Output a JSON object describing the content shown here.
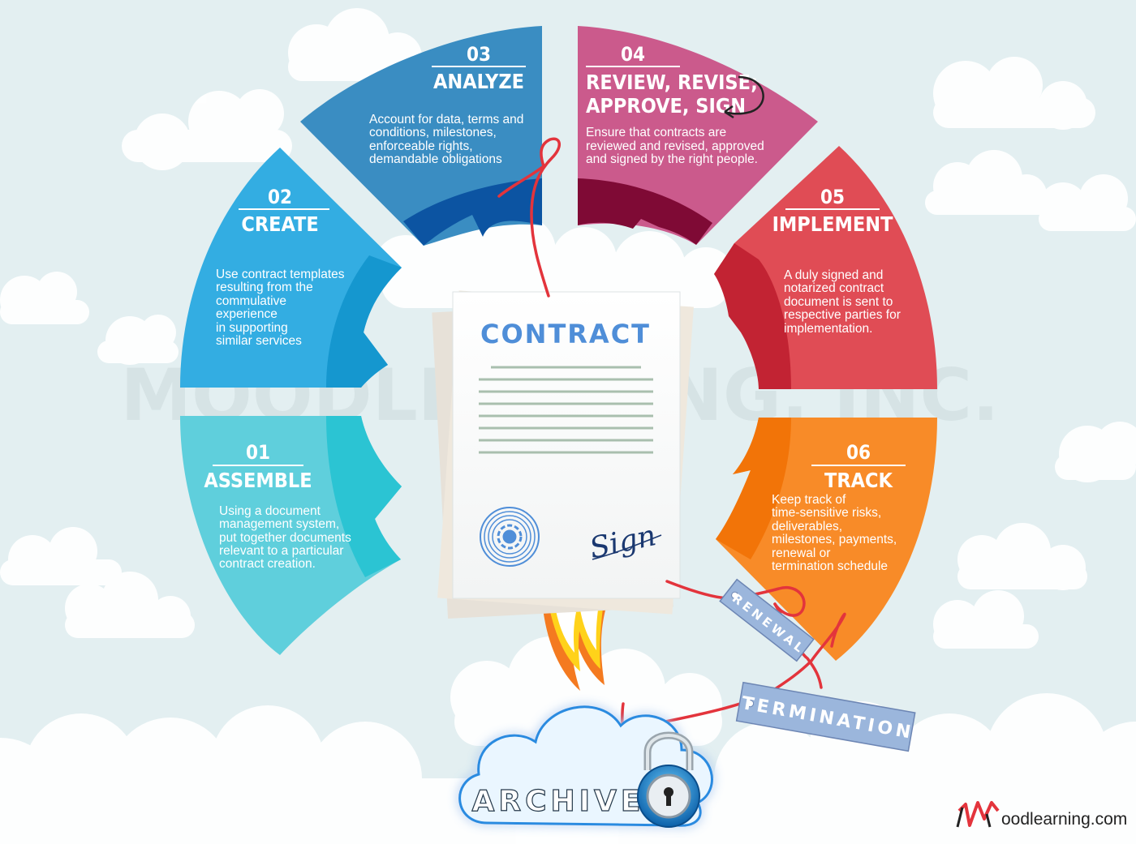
{
  "watermark": "MOODLEARNING, INC.",
  "center": {
    "title": "CONTRACT",
    "signature": "Sign"
  },
  "steps": [
    {
      "num": "01",
      "title": "ASSEMBLE",
      "desc": [
        "Using a document",
        "management system,",
        "put together documents",
        "relevant to a particular",
        "contract creation."
      ]
    },
    {
      "num": "02",
      "title": "CREATE",
      "desc": [
        "Use contract templates",
        "resulting from the",
        "commulative",
        "experience",
        "in supporting",
        "similar services"
      ]
    },
    {
      "num": "03",
      "title": "ANALYZE",
      "desc": [
        "Account for data, terms and",
        "conditions, milestones,",
        "enforceable rights,",
        "demandable obligations"
      ]
    },
    {
      "num": "04",
      "title": [
        "REVIEW, REVISE;",
        "APPROVE, SIGN"
      ],
      "desc": [
        "Ensure that contracts are",
        "reviewed and revised, approved",
        "and signed by the right people."
      ]
    },
    {
      "num": "05",
      "title": "IMPLEMENT",
      "desc": [
        "A duly signed and",
        "notarized contract",
        "document is sent to",
        "respective parties for",
        "implementation."
      ]
    },
    {
      "num": "06",
      "title": "TRACK",
      "desc": [
        "Keep track of",
        "time-sensitive risks,",
        "deliverables,",
        "milestones, payments,",
        "renewal or",
        "termination schedule"
      ]
    }
  ],
  "tags": {
    "renewal": "RENEWAL",
    "termination": "TERMINATION"
  },
  "archive": "ARCHIVE",
  "logo": "oodlearning.com",
  "colors": {
    "assemble": "#5fcfdc",
    "create": "#33ade2",
    "analyze": "#3a8dc2",
    "review": "#cb5a8c",
    "implement": "#e04c55",
    "track": "#f88b28",
    "string": "#e3343c"
  }
}
